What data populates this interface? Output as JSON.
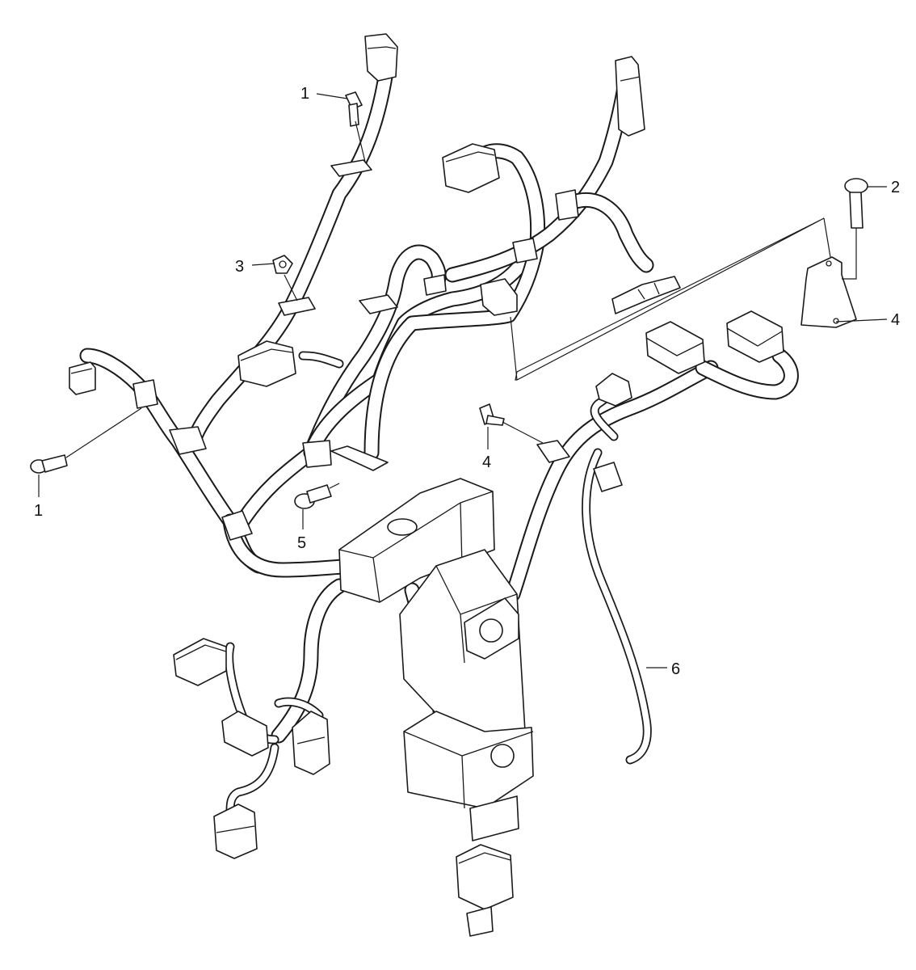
{
  "callouts": [
    {
      "id": "bolt-top",
      "label": "1"
    },
    {
      "id": "bolt-left",
      "label": "1"
    },
    {
      "id": "bolt-right",
      "label": "2"
    },
    {
      "id": "nut",
      "label": "3"
    },
    {
      "id": "bracket",
      "label": "4"
    },
    {
      "id": "screw-center",
      "label": "4"
    },
    {
      "id": "bolt-lower",
      "label": "5"
    },
    {
      "id": "lead-cable",
      "label": "6"
    }
  ]
}
